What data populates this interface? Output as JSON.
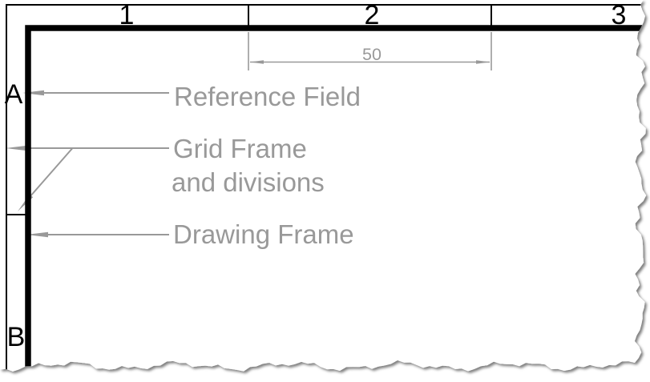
{
  "sheet": {
    "column_labels": [
      "1",
      "2",
      "3"
    ],
    "row_labels": [
      "A",
      "B"
    ],
    "dimension": {
      "value": "50"
    },
    "callouts": {
      "reference_field": "Reference Field",
      "grid_frame_line1": "Grid Frame",
      "grid_frame_line2": "and divisions",
      "drawing_frame": "Drawing Frame"
    },
    "colors": {
      "frame_black": "#000000",
      "annotation_gray": "#999999",
      "page_background": "#ffffff"
    }
  }
}
